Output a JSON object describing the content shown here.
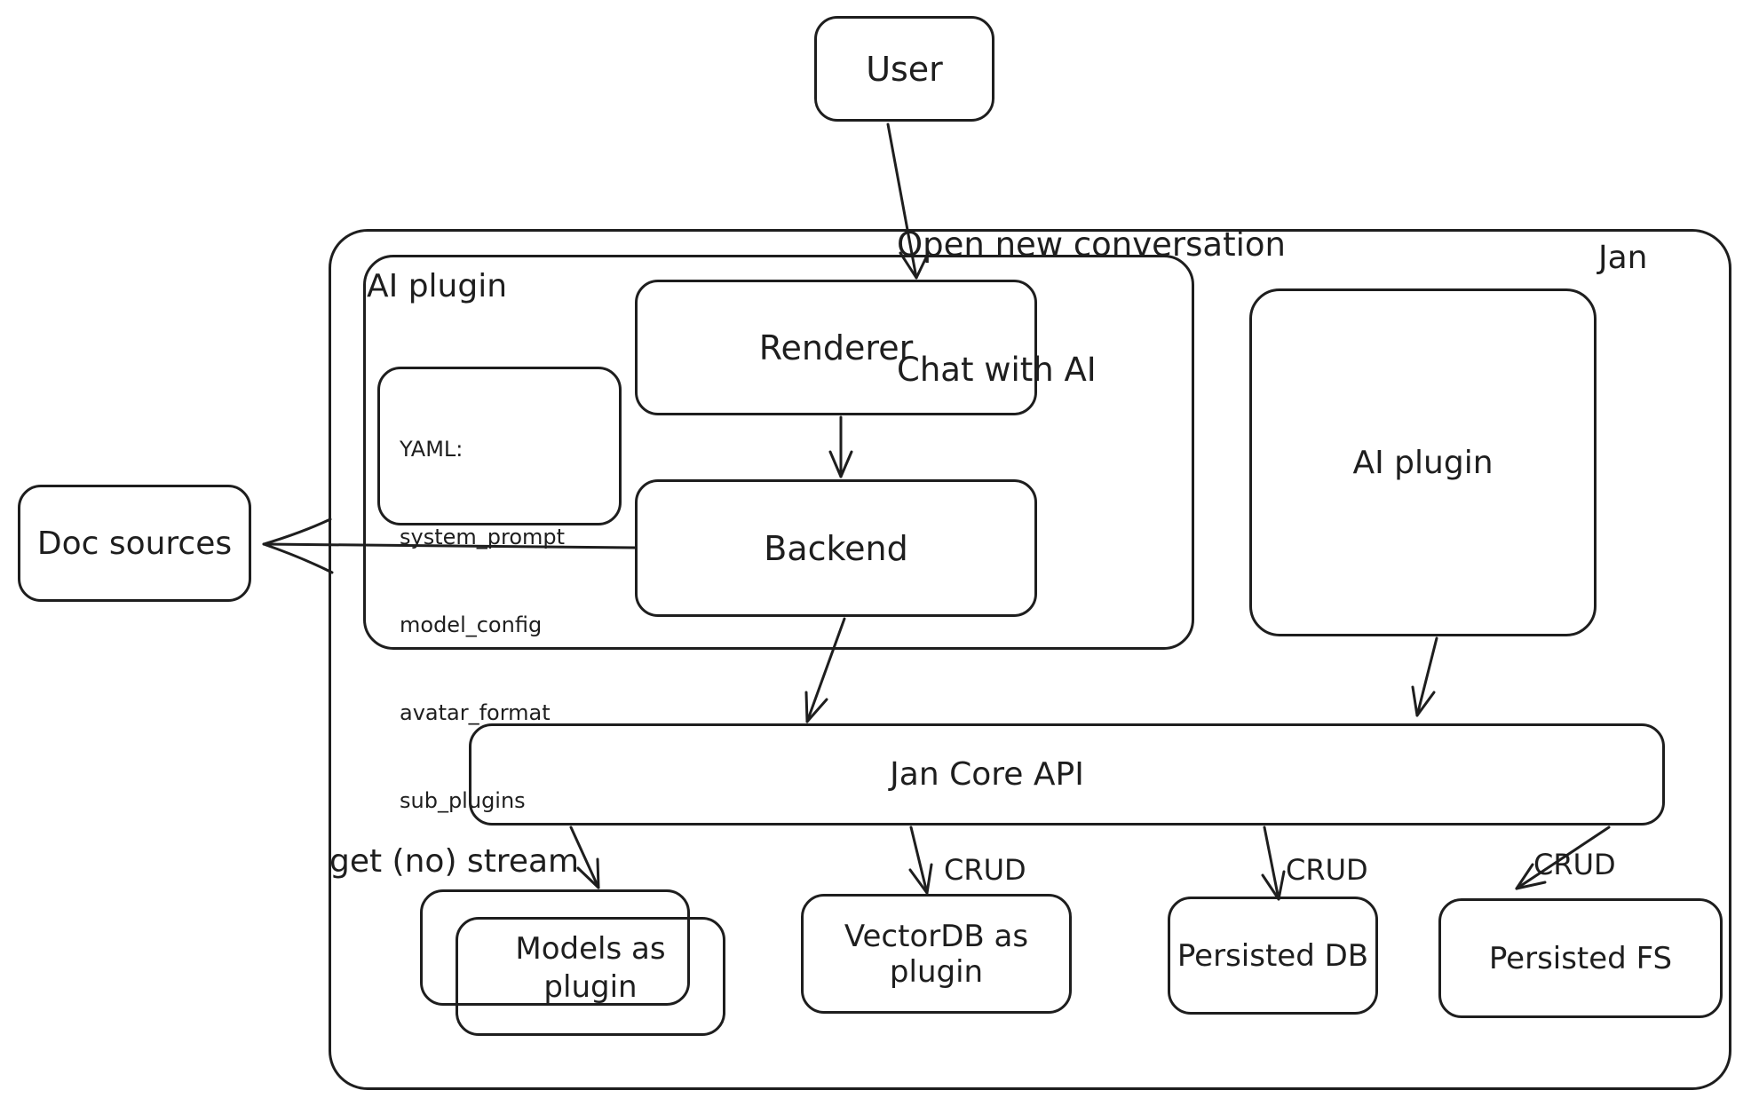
{
  "diagram": {
    "colors": {
      "background": "#ffffff",
      "ink": "#1e1e1e"
    },
    "container_label": "Jan",
    "nodes": {
      "user": {
        "label": "User"
      },
      "ai_plugin_group": {
        "label": "AI plugin"
      },
      "yaml_note": {
        "lines": [
          "YAML:",
          "system_prompt",
          "model_config",
          "avatar_format",
          "sub_plugins"
        ]
      },
      "renderer": {
        "label": "Renderer"
      },
      "backend": {
        "label": "Backend"
      },
      "doc_sources": {
        "label": "Doc sources"
      },
      "ai_plugin_box": {
        "label": "AI plugin"
      },
      "jan_core_api": {
        "label": "Jan Core API"
      },
      "models_plugin": {
        "label": "Models as plugin"
      },
      "vectordb_plugin": {
        "label": "VectorDB as plugin"
      },
      "persisted_db": {
        "label": "Persisted DB"
      },
      "persisted_fs": {
        "label": "Persisted FS"
      }
    },
    "edges": {
      "user_to_renderer_line1": "Open new conversation",
      "user_to_renderer_line2": "Chat with AI",
      "core_to_models": "get (no) stream",
      "core_to_vectordb": "CRUD",
      "core_to_persisted_db": "CRUD",
      "core_to_persisted_fs": "CRUD"
    }
  }
}
